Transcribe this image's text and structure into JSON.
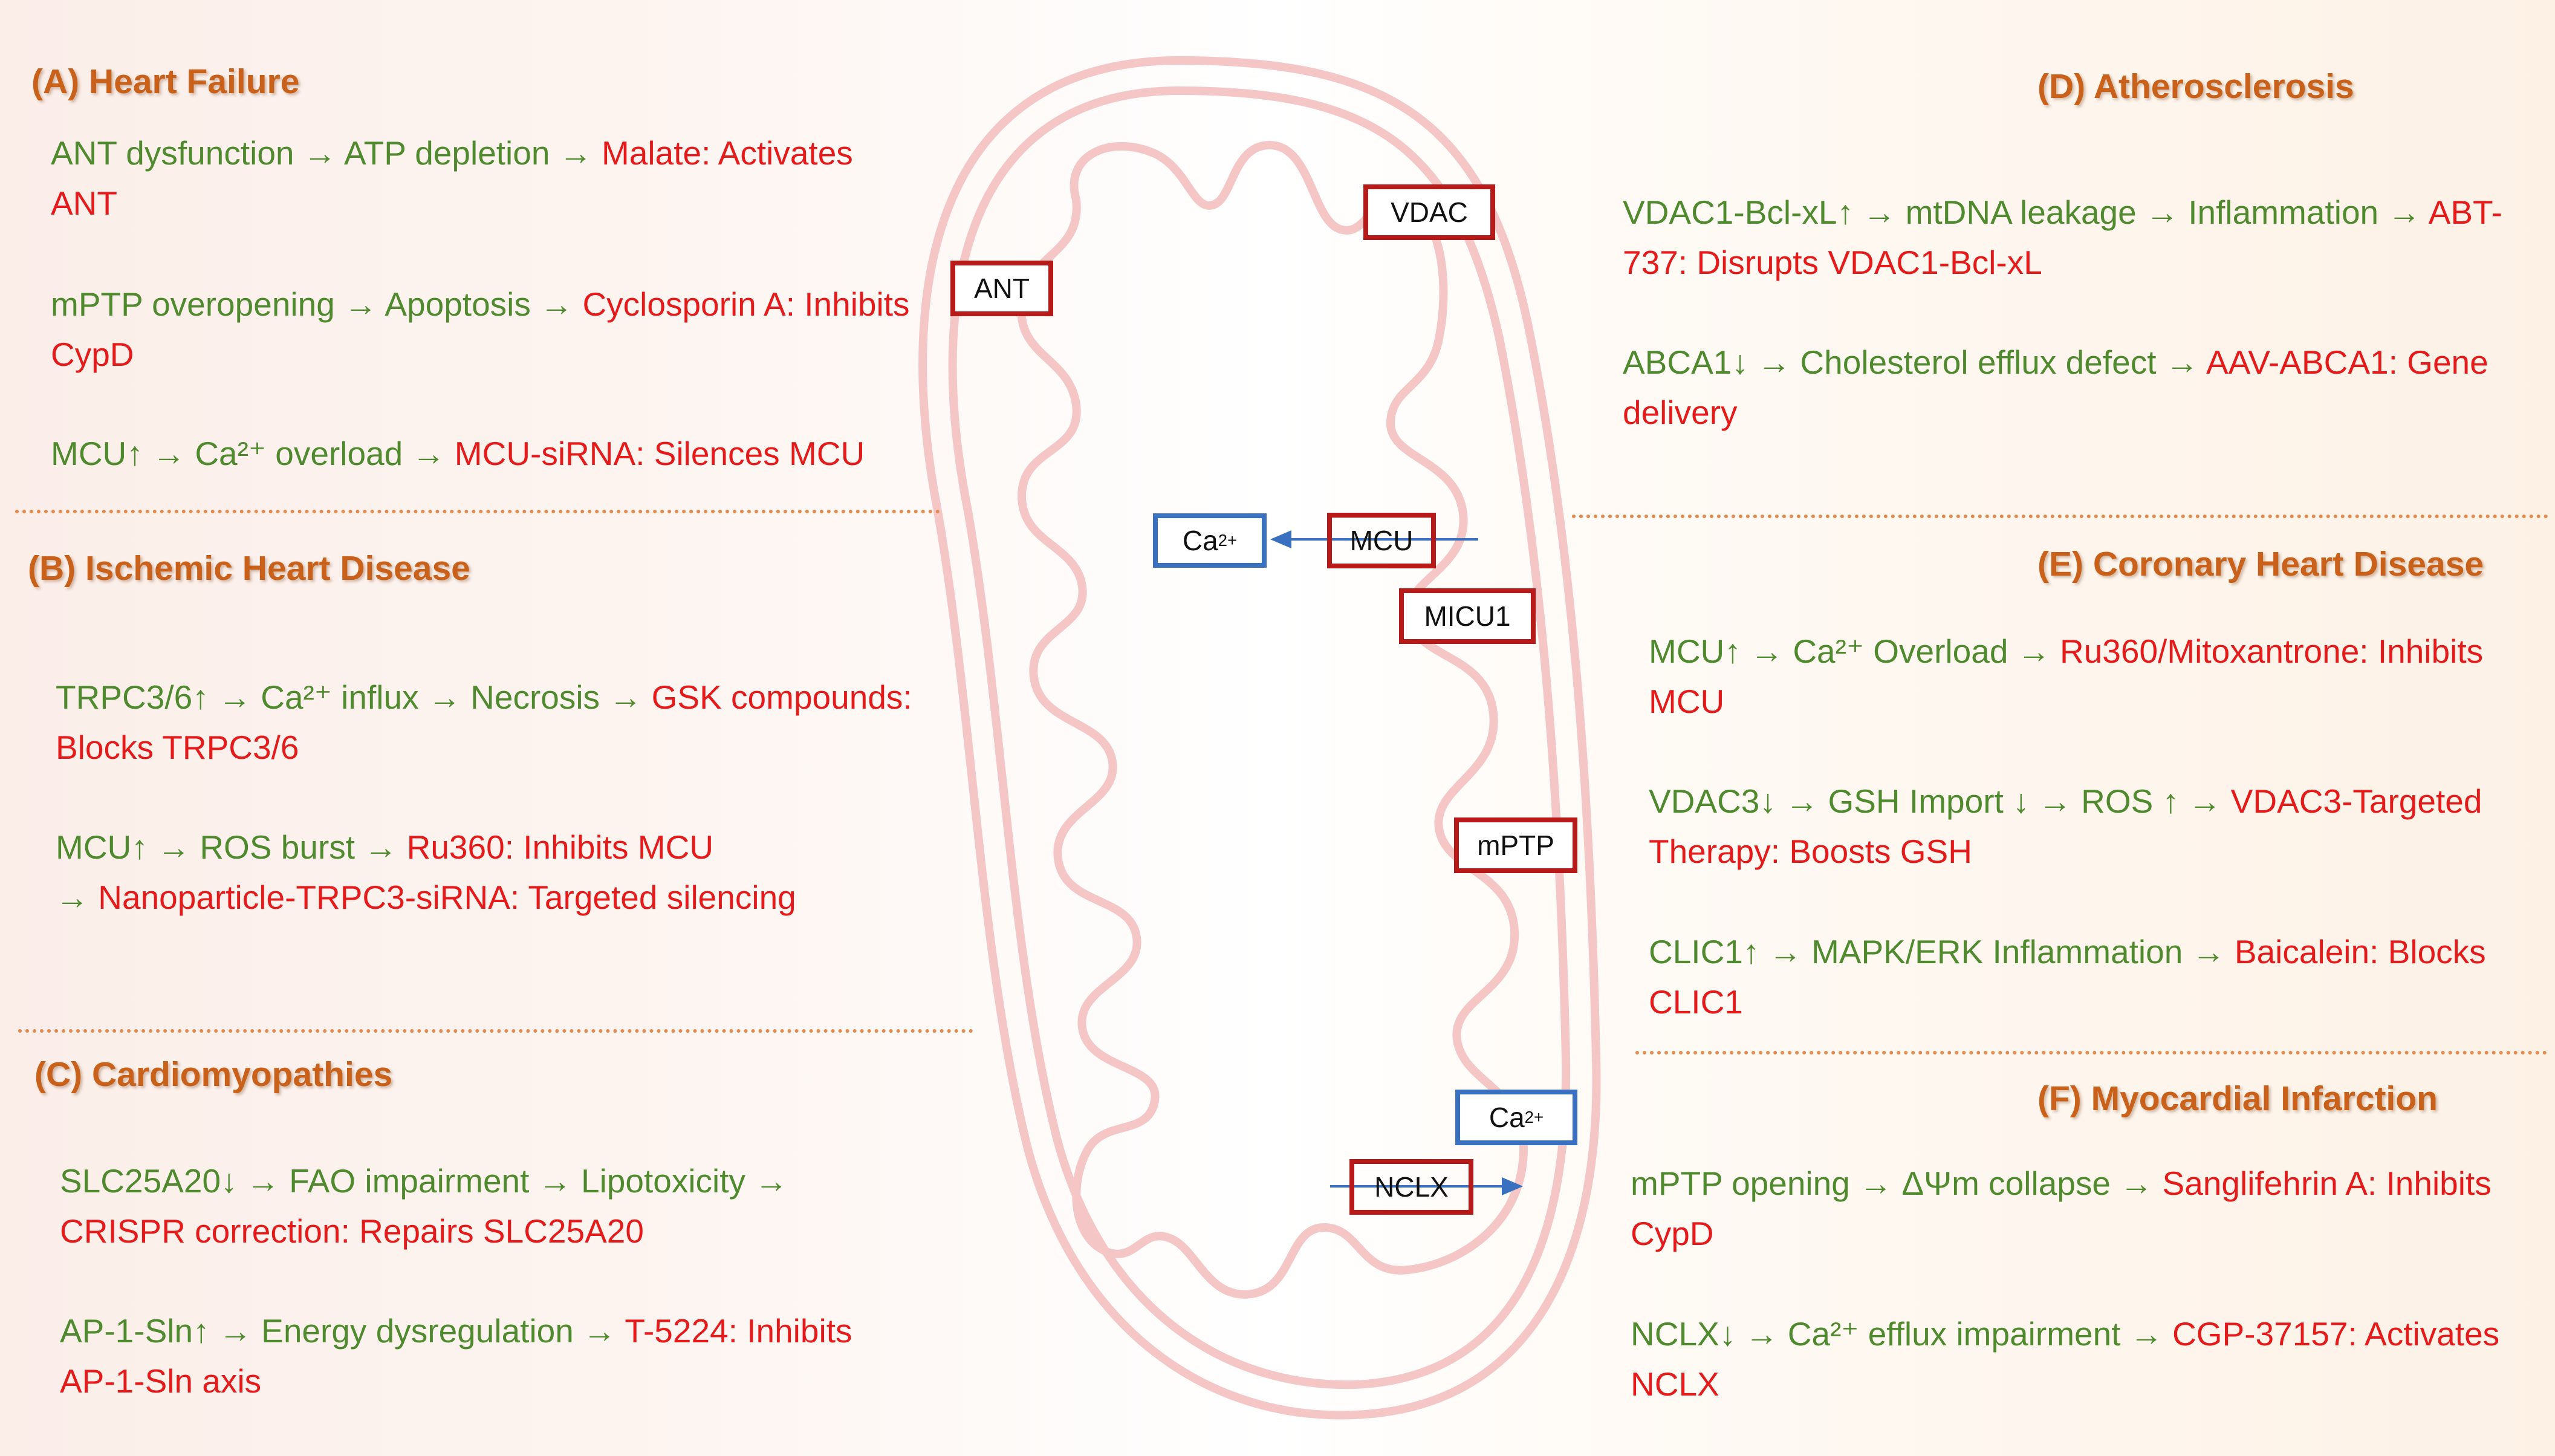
{
  "colors": {
    "title": "#c9611a",
    "mechanism": "#4f8a2f",
    "therapy": "#e51b1b",
    "divider": "#e38a4e",
    "protein_box_border": "#b81a1a",
    "calcium_box_border": "#3a70c0",
    "mitochondrion_outline": "#f5c6c6",
    "arrow": "#3a70c0"
  },
  "sections": {
    "A": {
      "title": "(A) Heart Failure",
      "entries": [
        {
          "mechanism": "ANT dysfunction → ATP depletion → ",
          "therapy": "Malate: Activates ANT"
        },
        {
          "mechanism": "mPTP overopening → Apoptosis → ",
          "therapy": "Cyclosporin A: Inhibits CypD"
        },
        {
          "mechanism": "MCU↑ → Ca²⁺ overload → ",
          "therapy": "MCU-siRNA: Silences MCU"
        }
      ]
    },
    "B": {
      "title": "(B) Ischemic Heart Disease",
      "entries": [
        {
          "mechanism": "TRPC3/6↑ → Ca²⁺ influx → Necrosis → ",
          "therapy": "GSK compounds: Blocks TRPC3/6"
        },
        {
          "mechanism": "MCU↑ → ROS burst → ",
          "therapy": "Ru360: Inhibits MCU",
          "extra_mechanism": "→ ",
          "extra_therapy": "Nanoparticle-TRPC3-siRNA: Targeted silencing"
        }
      ]
    },
    "C": {
      "title": "(C) Cardiomyopathies",
      "entries": [
        {
          "mechanism": "SLC25A20↓ → FAO impairment → Lipotoxicity →",
          "therapy": "CRISPR correction: Repairs SLC25A20"
        },
        {
          "mechanism": "AP-1-Sln↑ → Energy dysregulation → ",
          "therapy": "T-5224: Inhibits AP-1-Sln axis"
        }
      ]
    },
    "D": {
      "title": "(D) Atherosclerosis",
      "entries": [
        {
          "mechanism": "VDAC1-Bcl-xL↑ → mtDNA leakage → Inflammation → ",
          "therapy": "ABT-737: Disrupts VDAC1-Bcl-xL"
        },
        {
          "mechanism": "ABCA1↓ → Cholesterol efflux defect → ",
          "therapy": "AAV-ABCA1: Gene delivery"
        }
      ]
    },
    "E": {
      "title": "(E) Coronary Heart Disease",
      "entries": [
        {
          "mechanism": "MCU↑ → Ca²⁺ Overload → ",
          "therapy": "Ru360/Mitoxantrone: Inhibits MCU"
        },
        {
          "mechanism": "VDAC3↓ → GSH Import ↓ → ROS ↑ → ",
          "therapy": "VDAC3-Targeted Therapy: Boosts GSH"
        },
        {
          "mechanism": "CLIC1↑ → MAPK/ERK Inflammation → ",
          "therapy": "Baicalein: Blocks CLIC1"
        }
      ]
    },
    "F": {
      "title": "(F) Myocardial Infarction",
      "entries": [
        {
          "mechanism": "mPTP opening → ΔΨm collapse → ",
          "therapy": "Sanglifehrin A: Inhibits CypD"
        },
        {
          "mechanism": "NCLX↓ → Ca²⁺ efflux impairment → ",
          "therapy": "CGP-37157: Activates NCLX"
        }
      ]
    }
  },
  "mitochondrion": {
    "labels": {
      "vdac": "VDAC",
      "ant": "ANT",
      "mcu": "MCU",
      "micu1": "MICU1",
      "mptp": "mPTP",
      "nclx": "NCLX",
      "ca_ion": "Ca",
      "ca_charge": "2+"
    }
  }
}
